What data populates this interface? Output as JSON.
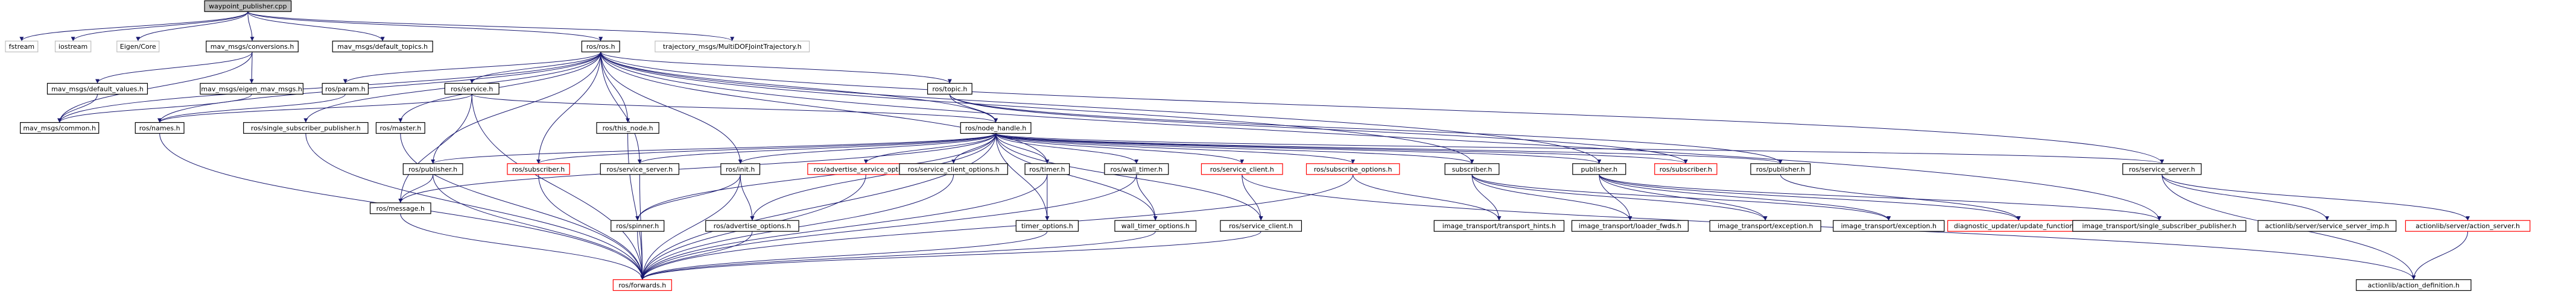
{
  "colors": {
    "edge": "#191970",
    "node_border": "#000000",
    "node_fill": "#ffffff",
    "root_fill": "#bfbfbf",
    "missing_border": "#ff0000",
    "external_border": "#bfbfbf",
    "text": "#000000"
  },
  "nodes": [
    {
      "id": "root",
      "label": "waypoint_publisher.cpp",
      "kind": "root"
    },
    {
      "id": "fstream",
      "label": "fstream",
      "kind": "external"
    },
    {
      "id": "iostream",
      "label": "iostream",
      "kind": "external"
    },
    {
      "id": "eigen",
      "label": "Eigen/Core",
      "kind": "external"
    },
    {
      "id": "conv",
      "label": "mav_msgs/conversions.h",
      "kind": "normal"
    },
    {
      "id": "deftopics",
      "label": "mav_msgs/default_topics.h",
      "kind": "normal"
    },
    {
      "id": "traj",
      "label": "trajectory_msgs/MultiDOFJointTrajectory.h",
      "kind": "external"
    },
    {
      "id": "rosh",
      "label": "ros/ros.h",
      "kind": "normal"
    },
    {
      "id": "defvals",
      "label": "mav_msgs/default_values.h",
      "kind": "normal"
    },
    {
      "id": "eigenmav",
      "label": "mav_msgs/eigen_mav_msgs.h",
      "kind": "normal"
    },
    {
      "id": "param",
      "label": "ros/param.h",
      "kind": "normal"
    },
    {
      "id": "service",
      "label": "ros/service.h",
      "kind": "normal"
    },
    {
      "id": "common",
      "label": "mav_msgs/common.h",
      "kind": "normal"
    },
    {
      "id": "names",
      "label": "ros/names.h",
      "kind": "normal"
    },
    {
      "id": "singlesub",
      "label": "ros/single_subscriber_publisher.h",
      "kind": "normal"
    },
    {
      "id": "master",
      "label": "ros/master.h",
      "kind": "normal"
    },
    {
      "id": "thisnode",
      "label": "ros/this_node.h",
      "kind": "normal"
    },
    {
      "id": "topic",
      "label": "ros/topic.h",
      "kind": "normal"
    },
    {
      "id": "nodehandle",
      "label": "ros/node_handle.h",
      "kind": "normal"
    },
    {
      "id": "publisher_l",
      "label": "ros/publisher.h",
      "kind": "normal"
    },
    {
      "id": "subscriber_l",
      "label": "ros/subscriber.h",
      "kind": "missing"
    },
    {
      "id": "srvserver_l",
      "label": "ros/service_server.h",
      "kind": "normal"
    },
    {
      "id": "init",
      "label": "ros/init.h",
      "kind": "normal"
    },
    {
      "id": "advsrvopts",
      "label": "ros/advertise_service_options.h",
      "kind": "missing"
    },
    {
      "id": "srvclientopts",
      "label": "ros/service_client_options.h",
      "kind": "normal"
    },
    {
      "id": "timer",
      "label": "ros/timer.h",
      "kind": "normal"
    },
    {
      "id": "walltimer",
      "label": "ros/wall_timer.h",
      "kind": "normal"
    },
    {
      "id": "srvclient_r",
      "label": "ros/service_client.h",
      "kind": "missing"
    },
    {
      "id": "subopts",
      "label": "ros/subscribe_options.h",
      "kind": "missing"
    },
    {
      "id": "itsub",
      "label": "subscriber.h",
      "kind": "normal"
    },
    {
      "id": "itpub",
      "label": "publisher.h",
      "kind": "normal"
    },
    {
      "id": "subscriber_r",
      "label": "ros/subscriber.h",
      "kind": "missing"
    },
    {
      "id": "publisher_r",
      "label": "ros/publisher.h",
      "kind": "normal"
    },
    {
      "id": "srvserver_r",
      "label": "ros/service_server.h",
      "kind": "normal"
    },
    {
      "id": "message",
      "label": "ros/message.h",
      "kind": "normal"
    },
    {
      "id": "spinner",
      "label": "ros/spinner.h",
      "kind": "normal"
    },
    {
      "id": "advopts",
      "label": "ros/advertise_options.h",
      "kind": "normal"
    },
    {
      "id": "timeropts",
      "label": "timer_options.h",
      "kind": "normal"
    },
    {
      "id": "walltimeropts",
      "label": "wall_timer_options.h",
      "kind": "normal"
    },
    {
      "id": "srvclient_m",
      "label": "ros/service_client.h",
      "kind": "normal"
    },
    {
      "id": "transhints",
      "label": "image_transport/transport_hints.h",
      "kind": "normal"
    },
    {
      "id": "loaderfwds",
      "label": "image_transport/loader_fwds.h",
      "kind": "normal"
    },
    {
      "id": "exception1",
      "label": "image_transport/exception.h",
      "kind": "normal"
    },
    {
      "id": "exception2",
      "label": "image_transport/exception.h",
      "kind": "normal"
    },
    {
      "id": "updfunc",
      "label": "diagnostic_updater/update_functions.h",
      "kind": "missing"
    },
    {
      "id": "singlesubpub",
      "label": "image_transport/single_subscriber_publisher.h",
      "kind": "normal"
    },
    {
      "id": "srvimp",
      "label": "actionlib/server/service_server_imp.h",
      "kind": "normal"
    },
    {
      "id": "actserver",
      "label": "actionlib/server/action_server.h",
      "kind": "missing"
    },
    {
      "id": "forwards",
      "label": "ros/forwards.h",
      "kind": "missing"
    },
    {
      "id": "actdef",
      "label": "actionlib/action_definition.h",
      "kind": "normal"
    }
  ]
}
